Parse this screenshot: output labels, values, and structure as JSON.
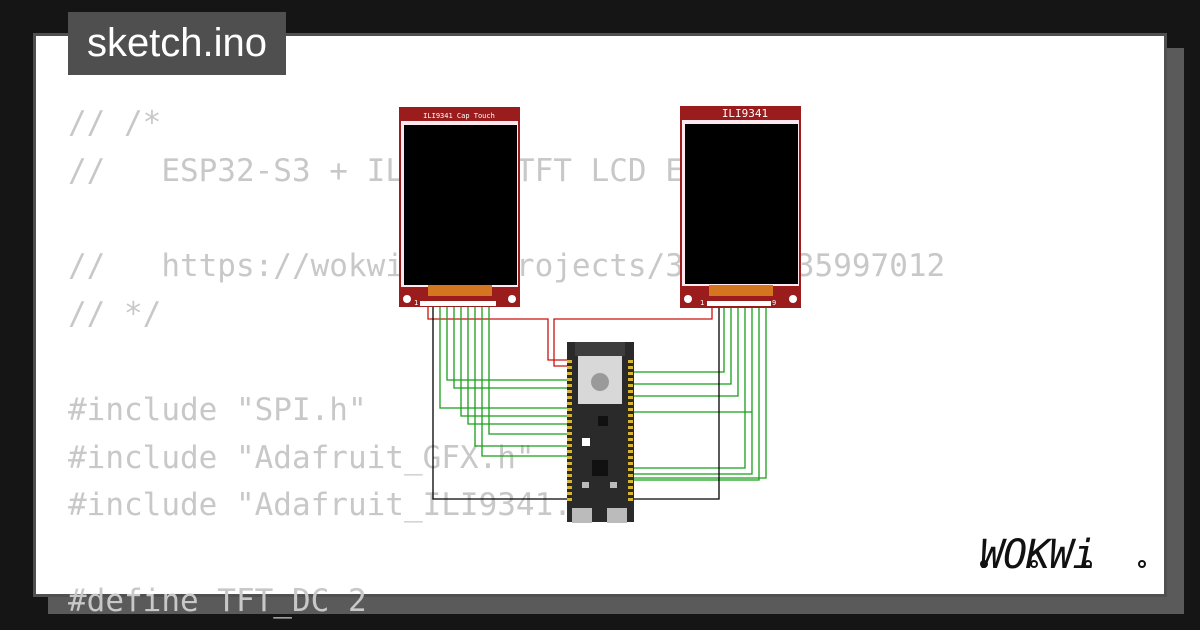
{
  "title": "sketch.ino",
  "code_lines": [
    "// /*",
    "//   ESP32-S3 + ILI9341 TFT LCD Example",
    "",
    "//   https://wokwi.com/projects/364047735997012",
    "// */",
    "",
    "#include \"SPI.h\"",
    "#include \"Adafruit_GFX.h\"",
    "#include \"Adafruit_ILI9341.h\"",
    "",
    "#define TFT_DC 2"
  ],
  "displays": [
    {
      "label": "ILI9341 Cap Touch",
      "pin_first": "1"
    },
    {
      "label": "ILI9341",
      "pin_first": "1",
      "pin_last": "9"
    }
  ],
  "board": {
    "name": "esp32-s3-devkitc-1"
  },
  "brand": {
    "logo_text": "WOKWi"
  },
  "colors": {
    "background": "#151515",
    "card": "#ffffff",
    "code_text": "#c8c8c8",
    "badge": "#4f4f4f",
    "display_frame": "#9b1c1c",
    "wire_green": "#18a018",
    "wire_red": "#cc1111",
    "wire_black": "#000000"
  }
}
